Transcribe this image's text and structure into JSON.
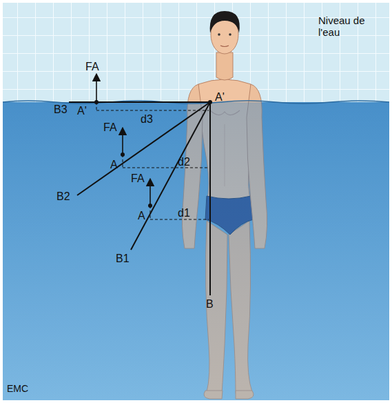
{
  "diagram": {
    "labels": [
      "Niveau de l'eau",
      "FA",
      "A'",
      "B3",
      "d3",
      "A'",
      "FA",
      "A",
      "d2",
      "B2",
      "FA",
      "A",
      "d1",
      "B1",
      "B",
      "EMC"
    ]
  }
}
